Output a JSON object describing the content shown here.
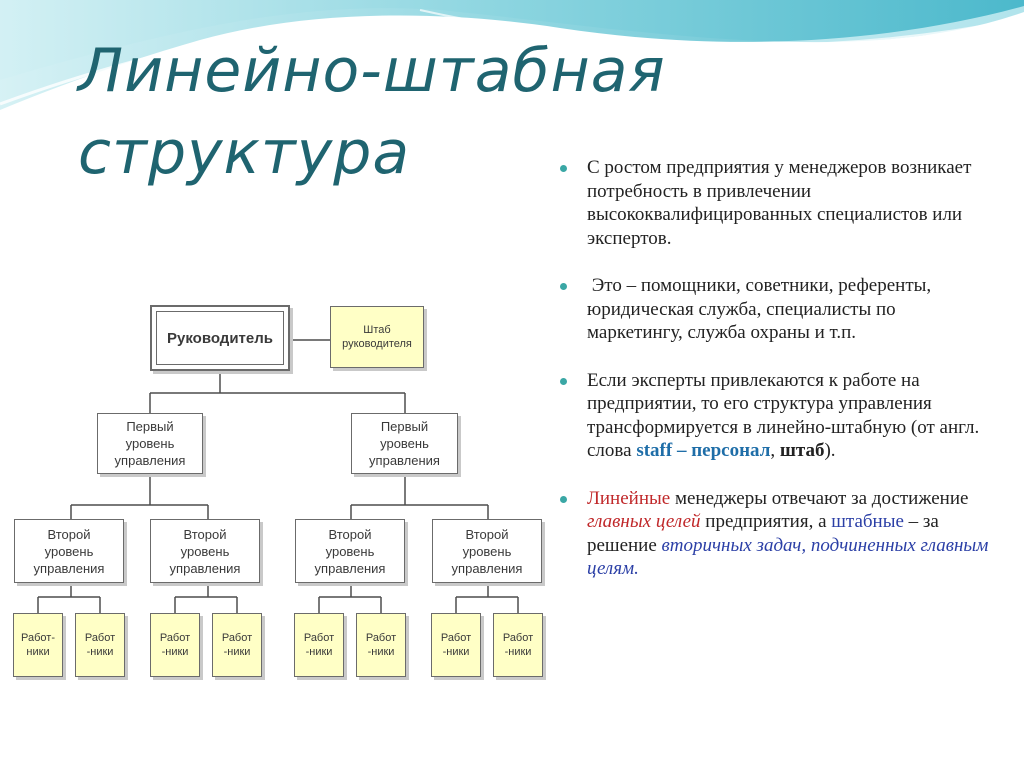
{
  "slide": {
    "title_line1": "Линейно-штабная",
    "title_line2": "структура"
  },
  "diagram": {
    "head": "Руководитель",
    "staff": [
      "Штаб",
      "руководителя"
    ],
    "level1": [
      "Первый",
      "уровень",
      "управления"
    ],
    "level2": [
      "Второй",
      "уровень",
      "управления"
    ],
    "workers_a": [
      "Работ-",
      "ники"
    ],
    "workers_b": [
      "Работ",
      "-ники"
    ]
  },
  "text": {
    "b1": "С ростом предприятия у  менеджеров возникает потребность в привлечении высококвалифицированных специалистов или экспертов.",
    "b2": " Это – помощники, советники, референты, юридическая служба, специалисты по маркетингу, служба охраны и т.п.",
    "b3_pre": "Если эксперты привлекаются к работе на предприятии, то его структура управления трансформируется в линейно-штабную (от англ. слова ",
    "b3_staff": "staff – персонал",
    "b3_comma": ", ",
    "b3_shtab": "штаб",
    "b3_end": ").",
    "b4_linear": "Линейные",
    "b4_mid1": " менеджеры отвечают за достижение ",
    "b4_goals": "главных целей",
    "b4_mid2": " предприятия, а ",
    "b4_staff": "штабные",
    "b4_mid3": " – за решение ",
    "b4_tasks": "вторичных задач, подчиненных главным целям."
  },
  "colors": {
    "title": "#1f6470",
    "bullet": "#3aa7a5",
    "staff_word": "#1f6ea8",
    "red": "#c0282a",
    "blue": "#2b3fa6",
    "box_fill": "#ffffc6"
  }
}
